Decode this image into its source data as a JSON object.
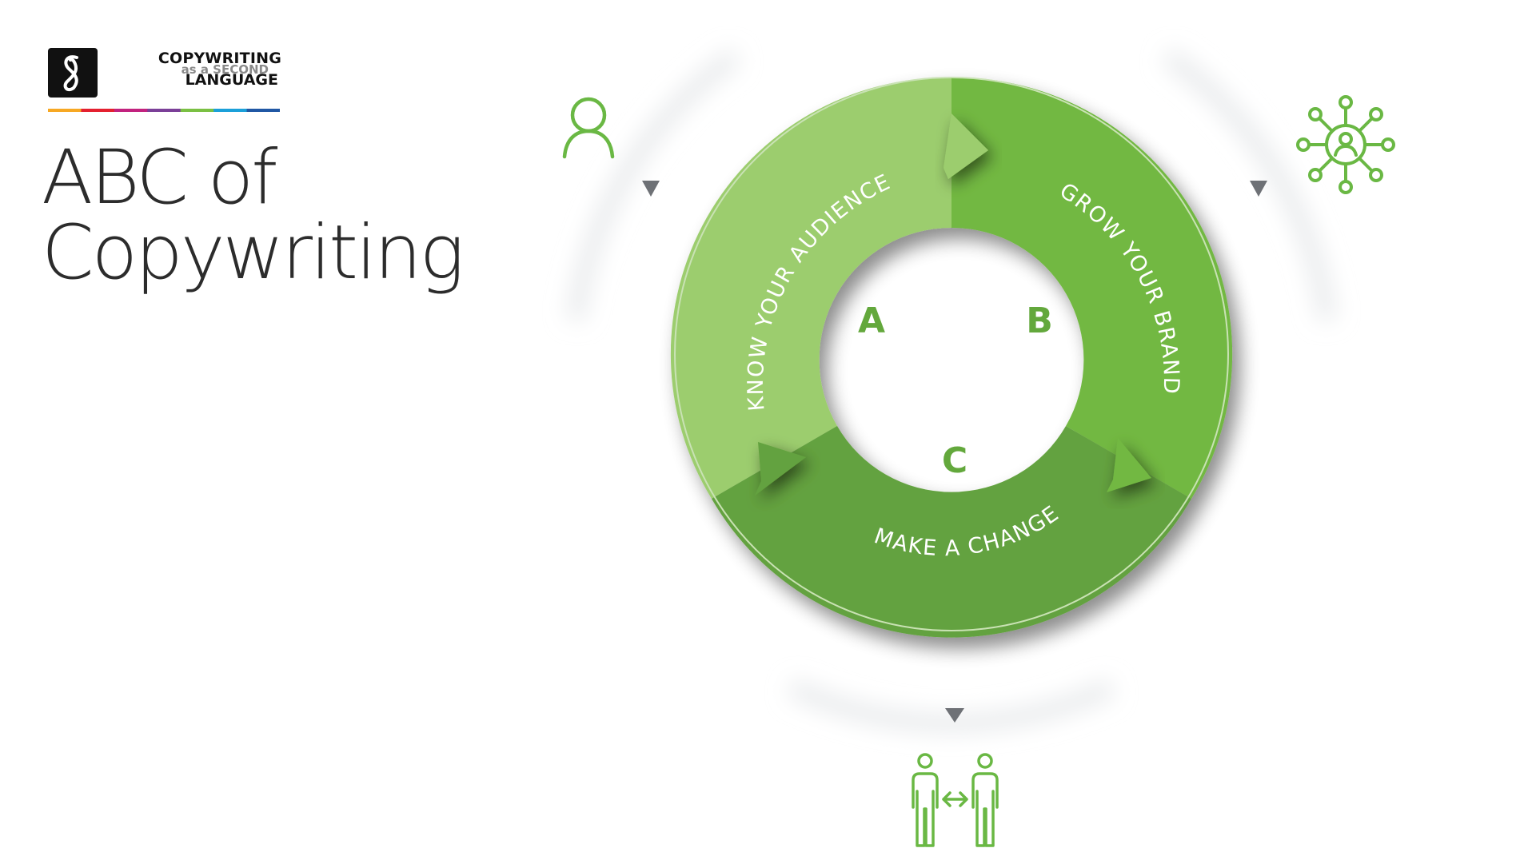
{
  "logo": {
    "line1": "COPYWRITING",
    "line2": "as a SECOND",
    "line3": "LANGUAGE",
    "rule_colors": [
      "#f7a823",
      "#e4202f",
      "#c2227e",
      "#7b3f98",
      "#7ac043",
      "#1ba0d9",
      "#2057a4"
    ]
  },
  "title": {
    "line1": "ABC of",
    "line2": "Copywriting"
  },
  "cycle": {
    "segments": [
      {
        "letter": "A",
        "label": "KNOW YOUR AUDIENCE",
        "color": "#9ccd6e"
      },
      {
        "letter": "B",
        "label": "GROW YOUR BRAND",
        "color": "#72b842"
      },
      {
        "letter": "C",
        "label": "MAKE A CHANGE",
        "color": "#64a23f"
      }
    ]
  },
  "icons": [
    "person-icon",
    "network-people-icon",
    "two-people-exchange-icon",
    "triangle-down-icon"
  ],
  "colors": {
    "accent_green": "#63a83c",
    "icon_green": "#6ab844",
    "triangle_gray": "#6e7176"
  }
}
